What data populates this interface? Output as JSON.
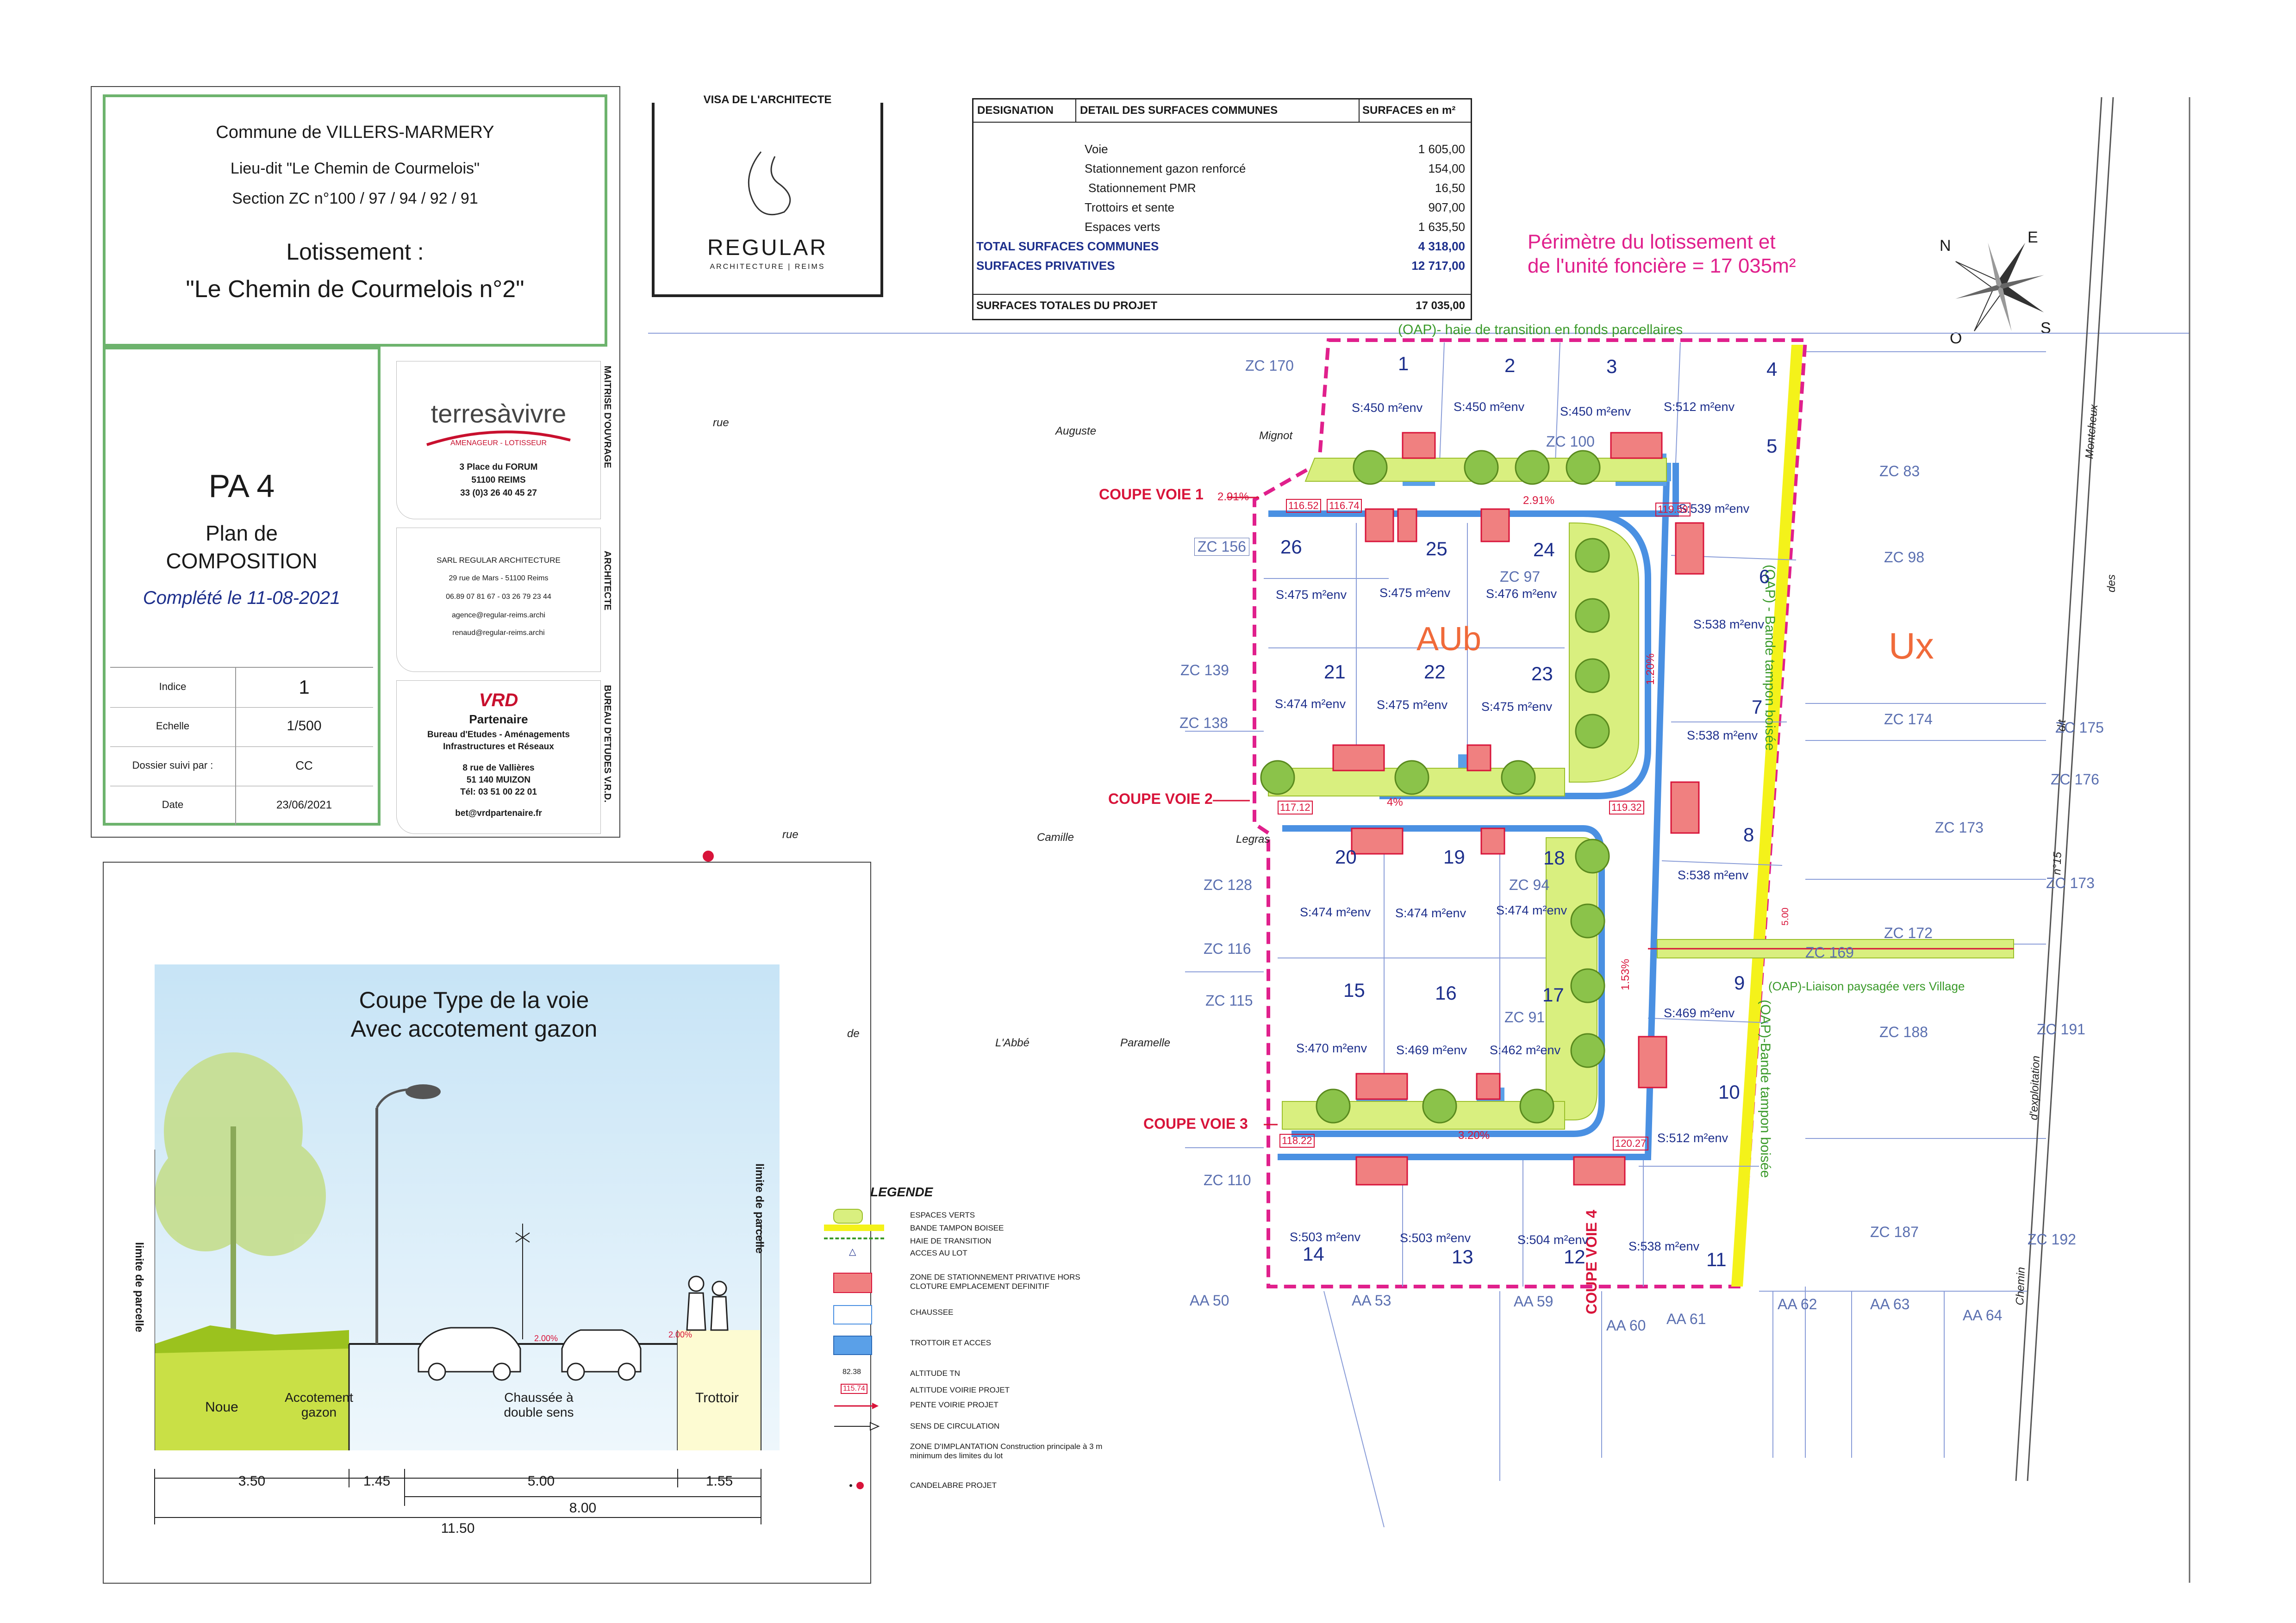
{
  "header": {
    "commune": "Commune de VILLERS-MARMERY",
    "lieu_dit": "Lieu-dit \"Le Chemin de Courmelois\"",
    "section": "Section ZC n°100 / 97 / 94 / 92 / 91",
    "lotissement_label": "Lotissement :",
    "lotissement_name": "\"Le Chemin de Courmelois n°2\""
  },
  "plan": {
    "code": "PA 4",
    "title_line1": "Plan de",
    "title_line2": "COMPOSITION",
    "completed": "Complété le 11-08-2021",
    "rows": [
      {
        "label": "Indice",
        "value": "1"
      },
      {
        "label": "Echelle",
        "value": "1/500"
      },
      {
        "label": "Dossier suivi par :",
        "value": "CC"
      },
      {
        "label": "Date",
        "value": "23/06/2021"
      }
    ]
  },
  "actors": {
    "moa_title": "MAITRISE D'OUVRAGE",
    "moa_brand": "terresàvivre",
    "moa_tagline": "AMENAGEUR - LOTISSEUR",
    "moa_address": [
      "3 Place du FORUM",
      "51100 REIMS",
      "33 (0)3 26 40 45 27"
    ],
    "archi_title": "ARCHITECTE",
    "archi_lines": [
      "SARL REGULAR ARCHITECTURE",
      "29 rue de Mars - 51100 Reims",
      "06.89 07 81 67 - 03 26 79 23 44",
      "agence@regular-reims.archi",
      "renaud@regular-reims.archi"
    ],
    "bet_title": "BUREAU D'ETUDES V.R.D.",
    "bet_brand": "VRD",
    "bet_brand2": "Partenaire",
    "bet_lines": [
      "Bureau d'Etudes - Aménagements",
      "Infrastructures et Réseaux",
      "8 rue de Vallières",
      "51 140 MUIZON",
      "Tél: 03 51 00 22 01",
      "bet@vrdpartenaire.fr"
    ]
  },
  "visa": {
    "title": "VISA DE L'ARCHITECTE",
    "logo": "REGULAR",
    "logo_sub": "ARCHITECTURE | REIMS"
  },
  "surfaces": {
    "headers": [
      "DESIGNATION",
      "DETAIL DES SURFACES COMMUNES",
      "SURFACES  en  m²"
    ],
    "items": [
      {
        "label": "Voie",
        "value": "1 605,00"
      },
      {
        "label": "Stationnement gazon renforcé",
        "value": "154,00"
      },
      {
        "label": "Stationnement PMR",
        "value": "16,50"
      },
      {
        "label": "Trottoirs  et sente",
        "value": "907,00"
      },
      {
        "label": "Espaces verts",
        "value": "1 635,50"
      }
    ],
    "total_communes_label": "TOTAL SURFACES COMMUNES",
    "total_communes_value": "4 318,00",
    "privatives_label": "SURFACES PRIVATIVES",
    "privatives_value": "12 717,00",
    "totales_label": "SURFACES TOTALES DU PROJET",
    "totales_value": "17 035,00"
  },
  "perimetre": {
    "line1": "Périmètre du lotissement et",
    "line2": "de l'unité foncière =  17 035m²"
  },
  "compass": {
    "n": "N",
    "e": "E",
    "s": "S",
    "o": "O"
  },
  "oap": {
    "haie": "(OAP)-  haie de  transition en fonds parcellaires",
    "bande_1": "(OAP) - Bande tampon boisée",
    "bande_2": "(OAP)-Bande tampon boisée",
    "liaison": "(OAP)-Liaison paysagée vers Village"
  },
  "zones": {
    "aub": "AUb",
    "ux": "Ux"
  },
  "coupes": {
    "v1": "COUPE VOIE 1",
    "v2": "COUPE VOIE 2",
    "v3": "COUPE VOIE 3",
    "v4": "COUPE VOIE 4"
  },
  "streets": [
    "rue",
    "Auguste",
    "Mignot",
    "rue",
    "Camille",
    "Legras",
    "de",
    "L'Abbé",
    "Paramelle",
    "des",
    "Montcheux",
    "Chemin",
    "d'exploitation",
    "n°15",
    "dit"
  ],
  "parcels": [
    {
      "label": "ZC 170"
    },
    {
      "label": "ZC 100"
    },
    {
      "label": "ZC 83"
    },
    {
      "label": "ZC 156"
    },
    {
      "label": "ZC 97"
    },
    {
      "label": "ZC 98"
    },
    {
      "label": "ZC 139"
    },
    {
      "label": "ZC 138"
    },
    {
      "label": "ZC 174"
    },
    {
      "label": "ZC 175"
    },
    {
      "label": "ZC 176"
    },
    {
      "label": "ZC 173"
    },
    {
      "label": "ZC 173"
    },
    {
      "label": "ZC 128"
    },
    {
      "label": "ZC 94"
    },
    {
      "label": "ZC 172"
    },
    {
      "label": "ZC 169"
    },
    {
      "label": "ZC 116"
    },
    {
      "label": "ZC 115"
    },
    {
      "label": "ZC 91"
    },
    {
      "label": "ZC 188"
    },
    {
      "label": "ZC 191"
    },
    {
      "label": "ZC 110"
    },
    {
      "label": "ZC 187"
    },
    {
      "label": "ZC 192"
    },
    {
      "label": "AA 50"
    },
    {
      "label": "AA 53"
    },
    {
      "label": "AA 59"
    },
    {
      "label": "AA 60"
    },
    {
      "label": "AA 61"
    },
    {
      "label": "AA 62"
    },
    {
      "label": "AA 63"
    },
    {
      "label": "AA 64"
    }
  ],
  "lots": [
    {
      "n": "1",
      "s": "S:450 m²env"
    },
    {
      "n": "2",
      "s": "S:450 m²env"
    },
    {
      "n": "3",
      "s": "S:450 m²env"
    },
    {
      "n": "4",
      "s": "S:512 m²env"
    },
    {
      "n": "5",
      "s": "S:539 m²env"
    },
    {
      "n": "6",
      "s": "S:538 m²env"
    },
    {
      "n": "7",
      "s": "S:538 m²env"
    },
    {
      "n": "8",
      "s": "S:538 m²env"
    },
    {
      "n": "9",
      "s": "S:469 m²env"
    },
    {
      "n": "10",
      "s": "S:512 m²env"
    },
    {
      "n": "11",
      "s": "S:538 m²env"
    },
    {
      "n": "12",
      "s": "S:504 m²env"
    },
    {
      "n": "13",
      "s": "S:503 m²env"
    },
    {
      "n": "14",
      "s": "S:503 m²env"
    },
    {
      "n": "15",
      "s": "S:470 m²env"
    },
    {
      "n": "16",
      "s": "S:469 m²env"
    },
    {
      "n": "17",
      "s": "S:462 m²env"
    },
    {
      "n": "18",
      "s": "S:474 m²env"
    },
    {
      "n": "19",
      "s": "S:474 m²env"
    },
    {
      "n": "20",
      "s": "S:474 m²env"
    },
    {
      "n": "21",
      "s": "S:474 m²env"
    },
    {
      "n": "22",
      "s": "S:475 m²env"
    },
    {
      "n": "23",
      "s": "S:475 m²env"
    },
    {
      "n": "24",
      "s": "S:476 m²env"
    },
    {
      "n": "25",
      "s": "S:475 m²env"
    },
    {
      "n": "26",
      "s": "S:475 m²env"
    }
  ],
  "altitudes": [
    "116.52",
    "116.74",
    "119.59",
    "117.12",
    "119.32",
    "118.22",
    "120.27"
  ],
  "slopes": [
    "2.91%",
    "2.91%",
    "1.20%",
    "4%",
    "1.53%",
    "3.20%",
    "5.00"
  ],
  "coupe_type": {
    "title1": "Coupe Type de la voie",
    "title2": "Avec accotement gazon",
    "left_limit": "limite de parcelle",
    "right_limit": "limite de parcelle",
    "labels": {
      "noue": "Noue",
      "accotement": "Accotement gazon",
      "chaussee": "Chaussée à double sens",
      "trottoir": "Trottoir"
    },
    "slope_left": "2.00%",
    "slope_right": "2.00%",
    "dims": {
      "d1": "3.50",
      "d2": "1.45",
      "d3": "5.00",
      "d4": "1.55",
      "d5": "8.00",
      "d6": "11.50"
    }
  },
  "legend": {
    "title": "LEGENDE",
    "items": [
      "ESPACES VERTS",
      "BANDE TAMPON BOISEE",
      "HAIE DE TRANSITION",
      "ACCES AU LOT",
      "ZONE DE STATIONNEMENT PRIVATIVE HORS CLOTURE EMPLACEMENT DEFINITIF",
      "CHAUSSEE",
      "TROTTOIR ET ACCES",
      "ALTITUDE TN",
      "ALTITUDE VOIRIE PROJET",
      "PENTE VOIRIE PROJET",
      "SENS DE CIRCULATION",
      "ZONE D'IMPLANTATION Construction principale à 3 m minimum des limites du lot",
      "CANDELABRE PROJET"
    ],
    "sample_tn": "82.38",
    "sample_projet": "115.74"
  },
  "colors": {
    "frame_green": "#6db36d",
    "pink_perimeter": "#e0208c",
    "road_blue": "#4a90e2",
    "lot_navy": "#1d2f8c",
    "coupe_red": "#d8143a",
    "green_space": "#d9ef7f",
    "buffer_yellow": "#f4f21a",
    "zone_orange": "#f06a3a",
    "parcel_line": "#8a9dd8"
  }
}
